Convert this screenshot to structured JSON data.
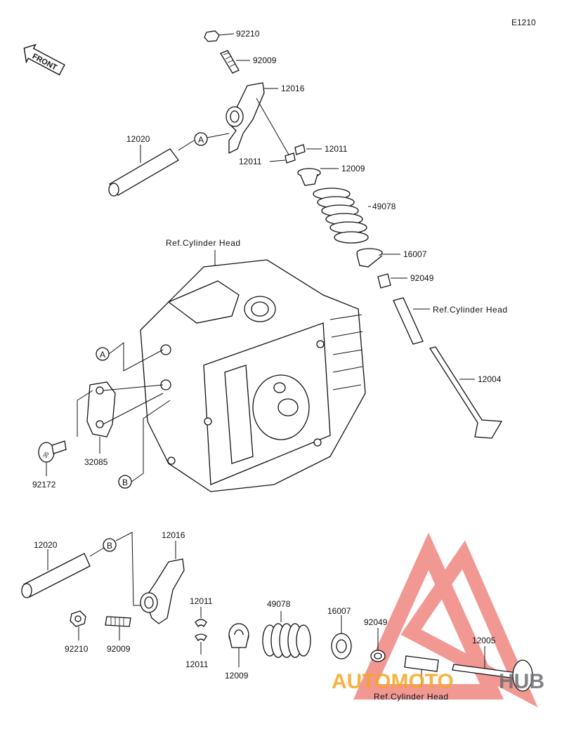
{
  "diagram": {
    "code": "E1210",
    "front_label": "FRONT",
    "ref_cylinder_head": "Ref.Cylinder Head",
    "callout_a": "A",
    "callout_b": "B",
    "bolt_head_mark": "35",
    "upper_labels": {
      "nut": "92210",
      "adjust_screw": "92009",
      "rocker_arm": "12016",
      "rocker_shaft": "12020",
      "cotter_right": "12011",
      "cotter_left": "12011",
      "retainer": "12009",
      "spring": "49078",
      "seat": "16007",
      "stem_seal": "92049",
      "valve": "12004"
    },
    "middle_labels": {
      "plate": "32085",
      "bolt": "92172"
    },
    "lower_labels": {
      "rocker_shaft": "12020",
      "rocker_arm": "12016",
      "cotter_top": "12011",
      "cotter_bottom": "12011",
      "nut": "92210",
      "adjust_screw": "92009",
      "retainer": "12009",
      "spring": "49078",
      "seat": "16007",
      "stem_seal": "92049",
      "valve": "12005"
    },
    "watermark": {
      "text_left": "AUTOMOTO",
      "text_right": "HUB",
      "color_red": "#e8453c",
      "color_orange": "#f5a623",
      "color_gray": "#6d6e70"
    }
  }
}
